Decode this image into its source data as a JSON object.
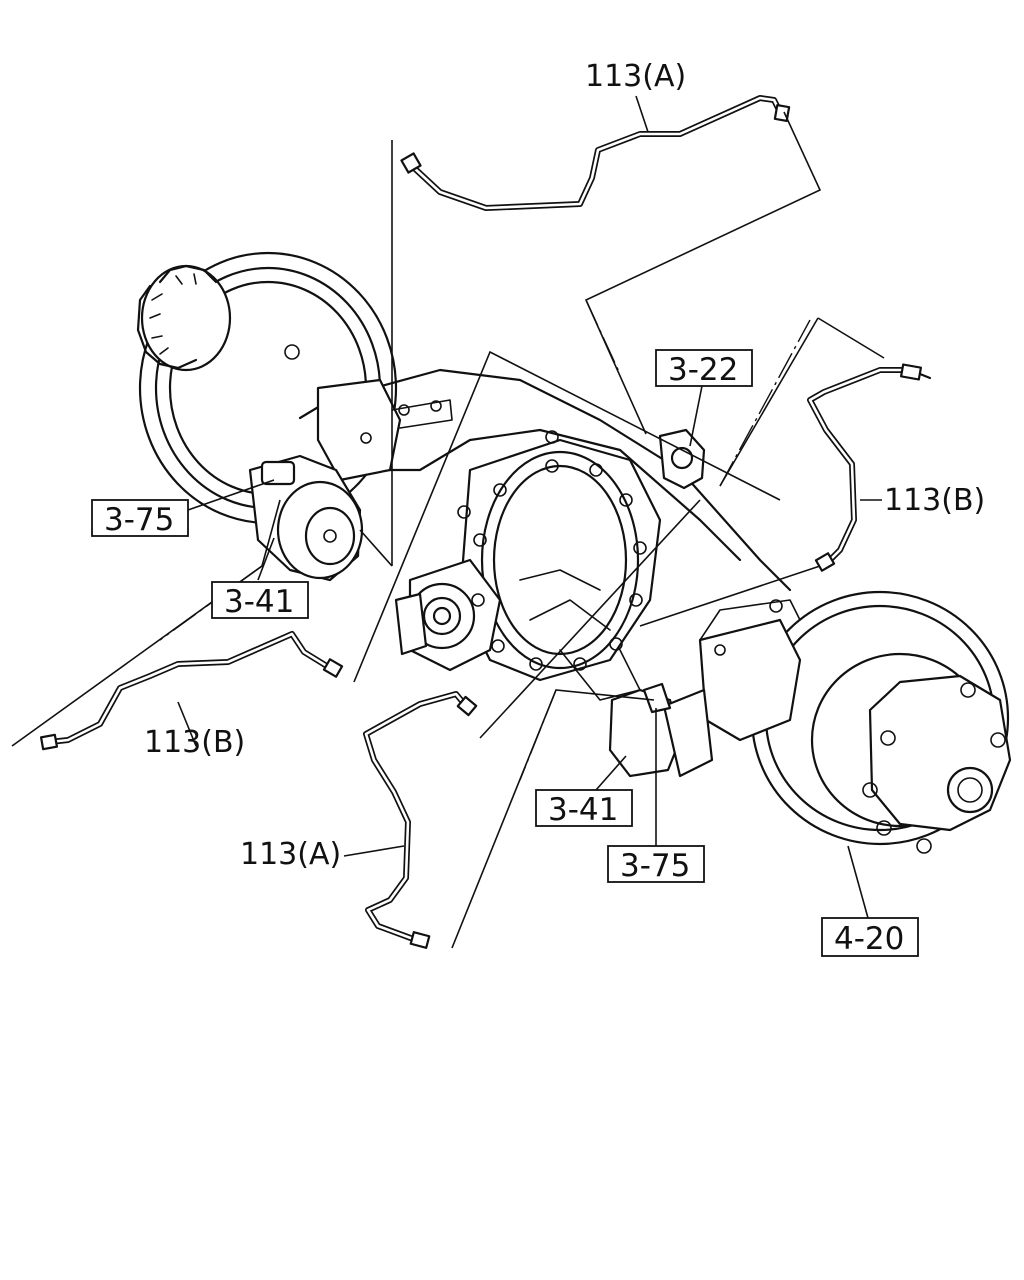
{
  "diagram": {
    "parts": {
      "brake_pipe_a_upper": "113(A)",
      "brake_pipe_b_right": "113(B)",
      "brake_pipe_b_left": "113(B)",
      "brake_pipe_a_lower": "113(A)",
      "relay_valve": "3-22",
      "chamber_bracket_left": "3-75",
      "brake_chamber_left": "3-41",
      "brake_chamber_right": "3-41",
      "chamber_bracket_right": "3-75",
      "hub_drum": "4-20"
    }
  }
}
